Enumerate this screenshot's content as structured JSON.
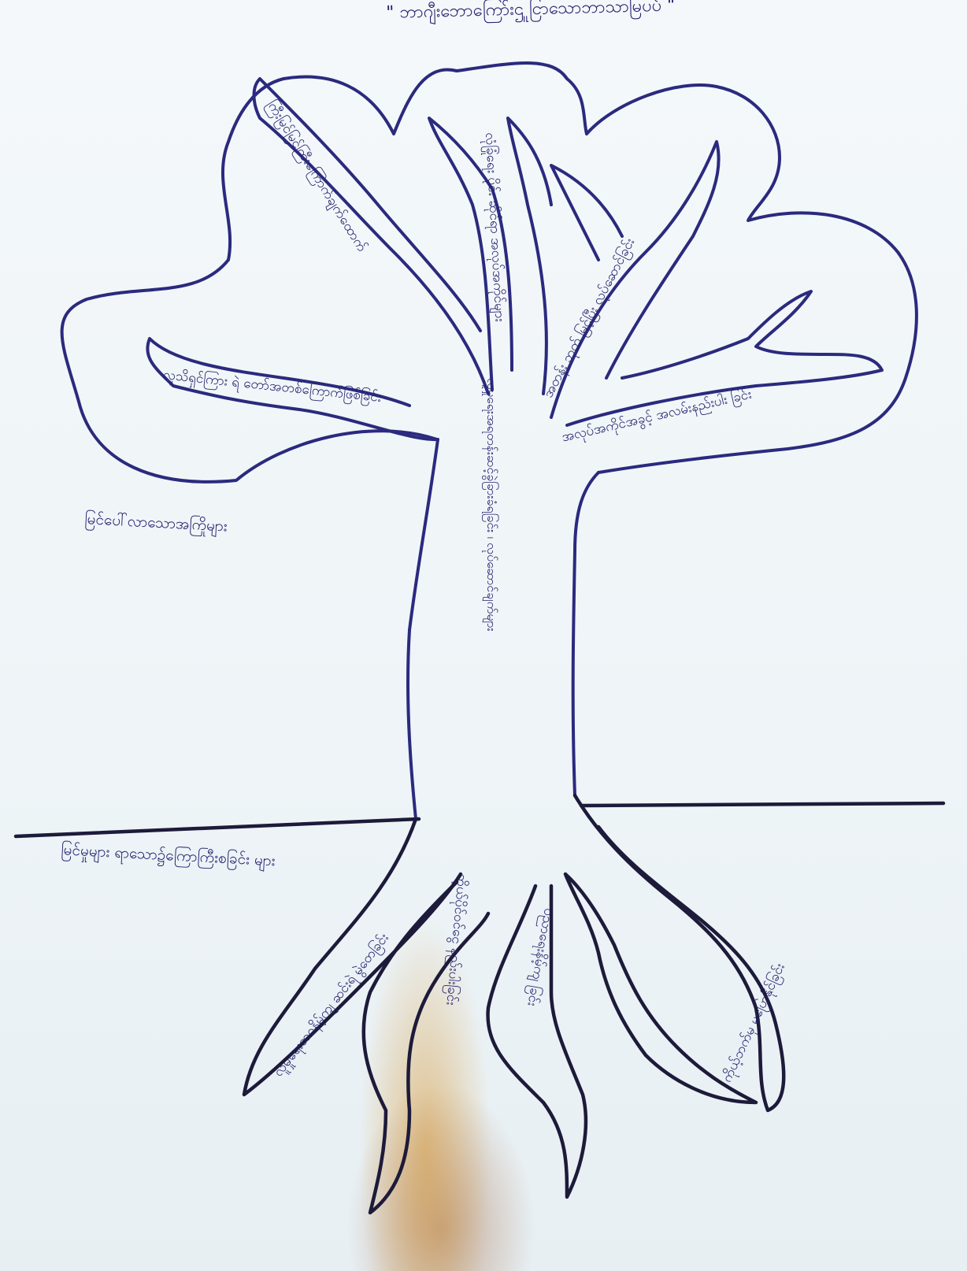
{
  "title": "\" ဘာဂျီးဘောကြော်းဌူ ငြာသောဘာသာမြပပ် \"",
  "section_labels": {
    "above_ground": "မြင်ပေါ်လာသောအကြိုများ",
    "below_ground": "မြင်မှုများ ရာသော၌ကြောကြီးစခြင်း များ"
  },
  "trunk_text": "လူမှုရေးအရတန်းဆင့်ခွဲခြားခံရခြင်း ၊ လုပ်ဆောင်ချက်များ",
  "branch_texts": [
    "လူသိရှင်ကြား ရဲ တော်အတစ်ကြောက်ဖြစ်ခြင်း",
    "ကြီးမြင်မြင်ကြီးကြောက်ချက်ထောက်",
    "လုံခြုံရေး ပိုင်း ဆိုင်ရာ အလုပ်အကိုင်များ",
    "အတန်း ဘုတ် မြင့်ပြီး လုပ်ဆောင်ခြင်း",
    "အလုပ်အကိုင်အခွင့် အလမ်းနည်းပါး ခြင်း"
  ],
  "root_texts": [
    "လူမှုရေးဘဝနိမ့်ကျ ဆင်းရဲ မွဲတေခြင်း",
    "ကိုယ်ပိုင်ဝင်ငွေ နည်းပါးခြင်း",
    "ပညာရေးနိမ့်ကျ ခြင်း",
    "ကိုယ့်ဘက်မှ မပြောနိုင်ခြင်း"
  ]
}
